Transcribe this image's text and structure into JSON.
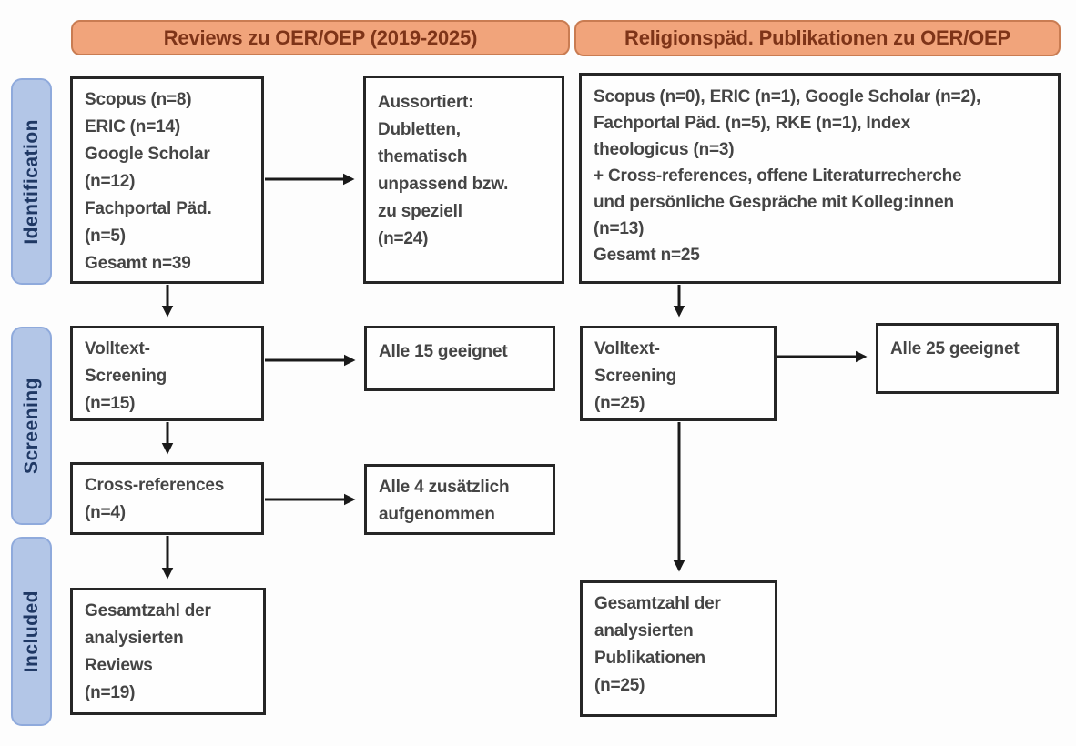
{
  "diagram": {
    "headers": {
      "left": "Reviews zu OER/OEP (2019-2025)",
      "right": "Religionspäd. Publikationen zu OER/OEP"
    },
    "stages": {
      "identification": "Identification",
      "screening": "Screening",
      "included": "Included"
    },
    "left_column": {
      "identification": "Scopus (n=8)\nERIC (n=14)\nGoogle Scholar\n(n=12)\nFachportal Päd.\n(n=5)\nGesamt n=39",
      "excluded": "Aussortiert:\nDubletten,\nthematisch\nunpassend bzw.\nzu speziell\n(n=24)",
      "fulltext_screening": "Volltext-\nScreening\n(n=15)",
      "fulltext_result": "Alle 15 geeignet",
      "crossref": "Cross-references\n(n=4)",
      "crossref_result": "Alle 4 zusätzlich\naufgenommen",
      "included": "Gesamtzahl der\nanalysierten\nReviews\n(n=19)"
    },
    "right_column": {
      "identification": "Scopus (n=0), ERIC (n=1), Google Scholar (n=2),\nFachportal Päd. (n=5), RKE (n=1), Index\ntheologicus (n=3)\n+ Cross-references, offene Literaturrecherche\nund persönliche Gespräche mit Kolleg:innen\n(n=13)\nGesamt n=25",
      "fulltext_screening": "Volltext-\nScreening\n(n=25)",
      "fulltext_result": "Alle 25 geeignet",
      "included": "Gesamtzahl der\nanalysierten\nPublikationen\n(n=25)"
    },
    "colors": {
      "header_fill": "#F1A47B",
      "header_border": "#C97C52",
      "header_text": "#7E3418",
      "stage_fill": "#B3C6E7",
      "stage_border": "#8FAADC",
      "stage_text": "#1F3864",
      "box_border": "#262626",
      "box_text": "#454545",
      "arrow": "#1A1A1A"
    }
  }
}
